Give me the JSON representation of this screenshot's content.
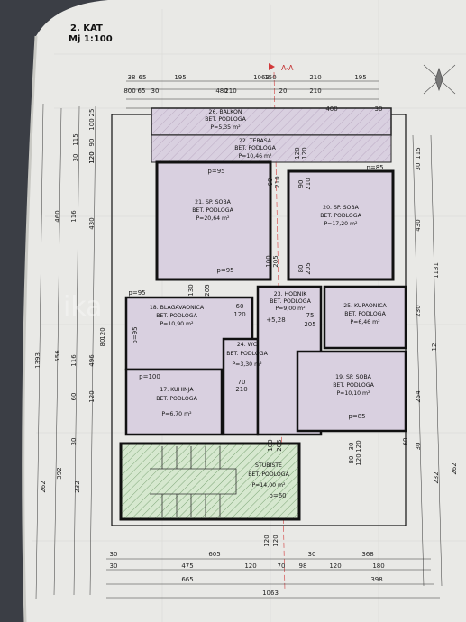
{
  "sheet": {
    "heading": "2. KAT",
    "scale": "Mj 1:100",
    "section_marker": "A-A",
    "watermark": "ika"
  },
  "rooms": [
    {
      "id": "balkon",
      "line1": "26. BALKON",
      "line2": "BET. PODLOGA",
      "line3": "P=5,35 m²"
    },
    {
      "id": "terasa",
      "line1": "22. TERASA",
      "line2": "BET. PODLOGA",
      "line3": "P=10,46 m²"
    },
    {
      "id": "soba21",
      "line1": "21. SP. SOBA",
      "line2": "BET. PODLOGA",
      "line3": "P=20,64 m²"
    },
    {
      "id": "soba20",
      "line1": "20. SP. SOBA",
      "line2": "BET. PODLOGA",
      "line3": "P=17,20 m²"
    },
    {
      "id": "blagavaonica",
      "line1": "18. BLAGAVAONICA",
      "line2": "BET. PODLOGA",
      "line3": "P=10,90 m²"
    },
    {
      "id": "hodnik",
      "line1": "23. HODNIK",
      "line2": "BET. PODLOGA",
      "line3": "P=9,00 m²"
    },
    {
      "id": "kupaonica",
      "line1": "25. KUPAONICA",
      "line2": "BET. PODLOGA",
      "line3": "P=6,46 m²"
    },
    {
      "id": "wc",
      "line1": "24. WC",
      "line2": "BET. PODLOGA",
      "line3": "P=3,30 m²"
    },
    {
      "id": "soba19",
      "line1": "19. SP. SOBA",
      "line2": "BET. PODLOGA",
      "line3": "P=10,10 m²"
    },
    {
      "id": "kuhinja",
      "line1": "17. KUHINJA",
      "line2": "BET. PODLOGA",
      "line3": "P=6,70 m²"
    },
    {
      "id": "stubiste",
      "line1": "STUBIŠTE",
      "line2": "BET. PODLOGA",
      "line3": "P=14,00 m²"
    }
  ],
  "top_dims": {
    "row1": [
      "38",
      "65",
      "195",
      "1063",
      "150",
      "210",
      "195"
    ],
    "row2": [
      "800",
      "65",
      "30",
      "480",
      "210",
      "20",
      "210"
    ],
    "row3": [
      "400",
      "30"
    ]
  },
  "left_dims": [
    "25",
    "100",
    "115",
    "90",
    "120",
    "460",
    "1393",
    "116",
    "430",
    "30",
    "120",
    "556",
    "120",
    "116",
    "496",
    "60",
    "120",
    "80",
    "262",
    "392",
    "232",
    "30"
  ],
  "right_dims": [
    "115",
    "430",
    "1131",
    "230",
    "12",
    "254",
    "232",
    "262",
    "30",
    "120",
    "30",
    "60",
    "120",
    "80",
    "30"
  ],
  "bottom_dims": {
    "row1": [
      "30",
      "605",
      "30",
      "368"
    ],
    "row2": [
      "30",
      "475",
      "120",
      "70",
      "98",
      "120",
      "180"
    ],
    "row3": [
      "665",
      "398"
    ],
    "row4": [
      "1063"
    ]
  },
  "inner_labels": [
    "p=95",
    "p=95",
    "p=95",
    "p=85",
    "p=100",
    "p=95",
    "p=85",
    "p=60",
    "+5,28",
    "130",
    "205",
    "60",
    "120",
    "60",
    "210",
    "90",
    "210",
    "120",
    "120",
    "75",
    "205",
    "70",
    "210",
    "100",
    "205",
    "100",
    "205",
    "80",
    "205",
    "120",
    "120"
  ]
}
